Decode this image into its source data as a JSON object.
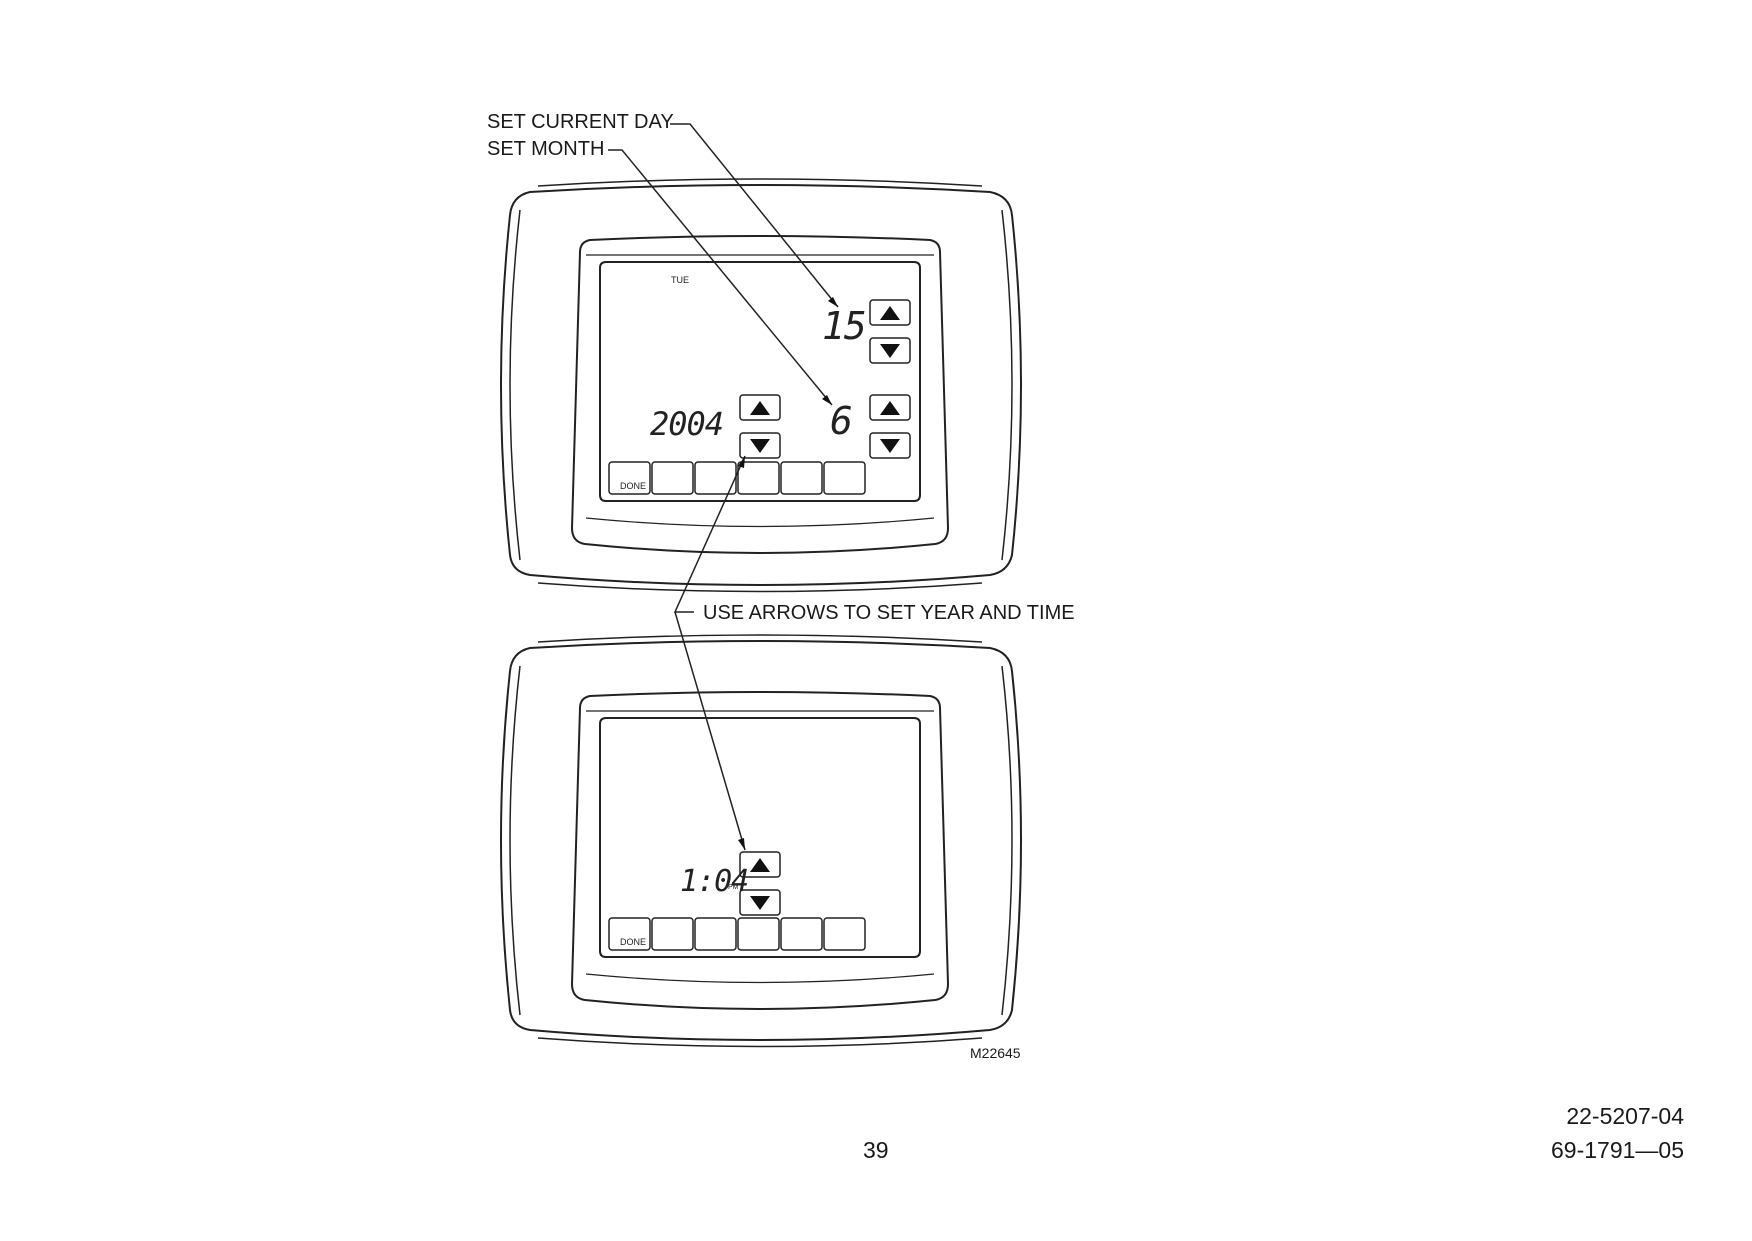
{
  "callouts": {
    "set_current_day": "SET CURRENT DAY",
    "set_month": "SET MONTH",
    "use_arrows": "USE ARROWS TO SET YEAR AND TIME"
  },
  "thermostat_top": {
    "day_of_week": "TUE",
    "day_value": "15",
    "month_value": "6",
    "year_value": "2004",
    "done_label": "DONE"
  },
  "thermostat_bottom": {
    "time_value": "1:04",
    "time_suffix": "PM",
    "done_label": "DONE"
  },
  "figure_id": "M22645",
  "page_number": "39",
  "doc_numbers": [
    "22-5207-04",
    "69-1791—05"
  ],
  "icons": [
    "arrow-up-icon",
    "arrow-down-icon"
  ]
}
